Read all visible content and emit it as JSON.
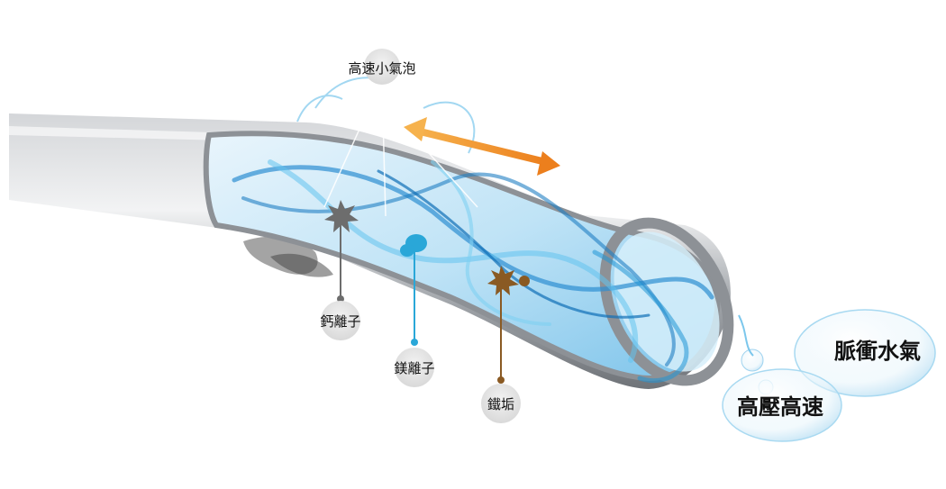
{
  "labels": {
    "bubbles": "高速小氣泡",
    "calcium": "鈣離子",
    "magnesium": "鎂離子",
    "rust": "鐵垢",
    "pulse": "脈衝水氣",
    "pressure": "高壓高速"
  },
  "colors": {
    "calcium_marker": "#6d6d6d",
    "magnesium_marker": "#2aa7d8",
    "rust_marker": "#8a5a23",
    "arrow": "#f0922b",
    "water": "#4fb0e6",
    "pipe": "#9a9ea3"
  }
}
